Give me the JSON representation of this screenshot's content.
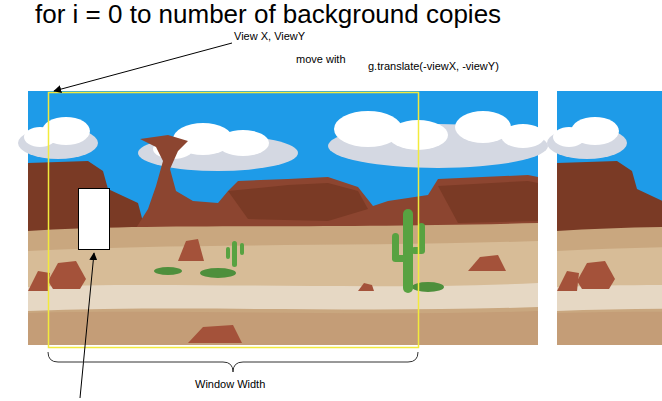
{
  "diagram": {
    "labels": [
      "for i = 0 to number of background copies",
      "View X, ViewY",
      "move with",
      "g.translate(-viewX, -viewY)",
      "Window Width"
    ]
  }
}
